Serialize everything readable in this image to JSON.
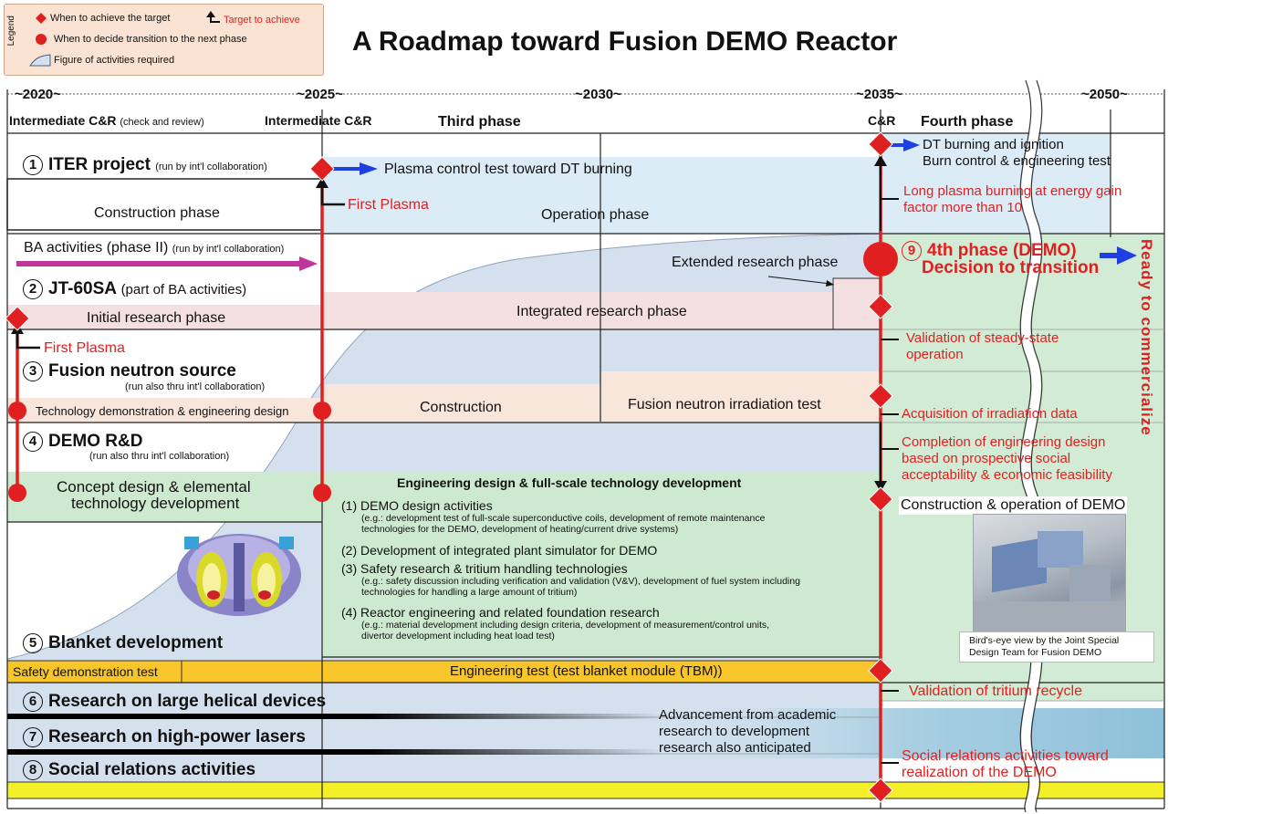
{
  "title": "A Roadmap toward Fusion DEMO Reactor",
  "legend": {
    "label": "Legend",
    "target": "When to achieve the target",
    "target_arrow": "Target to achieve",
    "decide": "When to decide transition to the next phase",
    "figure": "Figure of activities required"
  },
  "timeline": {
    "years": [
      "~2020~",
      "~2025~",
      "~2030~",
      "~2035~",
      "~2050~"
    ],
    "intermediate1": "Intermediate C&R",
    "intermediate1_note": "(check and review)",
    "intermediate2": "Intermediate C&R",
    "third": "Third phase",
    "cr": "C&R",
    "fourth": "Fourth phase"
  },
  "rows": {
    "iter": {
      "num": "1",
      "title": "ITER project",
      "note": "(run by int'l collaboration)",
      "construction": "Construction phase",
      "operation": "Operation phase",
      "plasma_control": "Plasma control test toward DT burning",
      "first_plasma": "First Plasma",
      "dt_burning": "DT burning and ignition",
      "burn_control": "Burn control & engineering test",
      "long_plasma_1": "Long plasma burning at energy gain",
      "long_plasma_2": "factor more than 10"
    },
    "ba": {
      "title": "BA activities (phase II)",
      "note": "(run by int'l collaboration)",
      "extended": "Extended research phase"
    },
    "jt60": {
      "num": "2",
      "title": "JT-60SA",
      "note": "(part of BA activities)",
      "initial": "Initial research phase",
      "integrated": "Integrated research phase",
      "first_plasma": "First Plasma",
      "validation_1": "Validation of steady-state",
      "validation_2": "operation"
    },
    "fns": {
      "num": "3",
      "title": "Fusion neutron source",
      "note": "(run also thru int'l collaboration)",
      "tech_demo": "Technology demonstration & engineering design",
      "construction": "Construction",
      "irradiation": "Fusion neutron irradiation test",
      "acquisition": "Acquisition of irradiation data"
    },
    "demo": {
      "num": "4",
      "title": "DEMO R&D",
      "note": "(run also thru int'l collaboration)",
      "concept_1": "Concept design & elemental",
      "concept_2": "technology development",
      "engineering_title": "Engineering design & full-scale technology development",
      "item1": "(1) DEMO design activities",
      "item1_sub1": "(e.g.: development test of full-scale superconductive coils, development of remote maintenance",
      "item1_sub2": "technologies for the DEMO, development of heating/current drive systems)",
      "item2": "(2) Development of integrated plant simulator for DEMO",
      "item3": "(3) Safety research & tritium handling technologies",
      "item3_sub1": "(e.g.: safety discussion including verification and validation (V&V), development of fuel system including",
      "item3_sub2": "technologies for handling a large amount of tritium)",
      "item4": "(4) Reactor engineering and related foundation research",
      "item4_sub1": "(e.g.: material development including design criteria, development of measurement/control units,",
      "item4_sub2": "divertor development including heat load test)",
      "completion_1": "Completion of engineering design",
      "completion_2": "based on prospective social",
      "completion_3": "acceptability & economic feasibility",
      "construction_op": "Construction & operation of DEMO",
      "caption_1": "Bird's-eye view by the Joint Special",
      "caption_2": "Design Team for Fusion DEMO"
    },
    "blanket": {
      "num": "5",
      "title": "Blanket development",
      "safety": "Safety demonstration test",
      "engineering_test": "Engineering test (test blanket module (TBM))",
      "tritium": "Validation of tritium recycle"
    },
    "helical": {
      "num": "6",
      "title": "Research on large helical devices"
    },
    "lasers": {
      "num": "7",
      "title": "Research on high-power lasers"
    },
    "social": {
      "num": "8",
      "title": "Social relations activities",
      "toward_1": "Social relations activities toward",
      "toward_2": "realization of the DEMO"
    },
    "advancement_1": "Advancement from academic",
    "advancement_2": "research to development",
    "advancement_3": "research also anticipated"
  },
  "demo_phase": {
    "num": "9",
    "title": "4th phase (DEMO)",
    "decision": "Decision to transition",
    "ready": "Ready to commercialize"
  },
  "colors": {
    "red": "#e02020",
    "blue": "#1f3fe0",
    "magenta": "#c0359a",
    "light_blue": "#dcecf7",
    "pink": "#f4dfe1",
    "peach": "#f8e6da",
    "green": "#cde9cf",
    "orange": "#f8c62a",
    "yellow": "#f3f02a",
    "figure_blue": "#d4e0ee"
  }
}
